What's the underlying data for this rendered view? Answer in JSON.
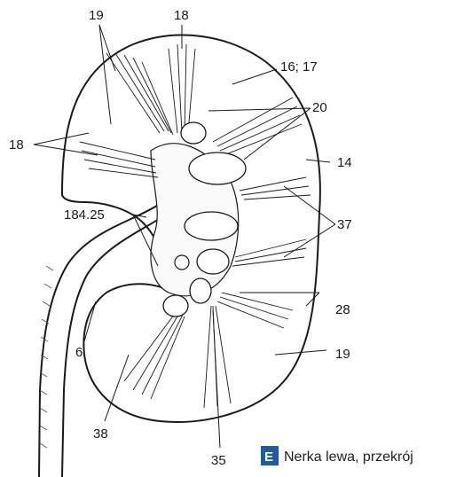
{
  "labels": {
    "l19_top": "19",
    "l18_top": "18",
    "l16_17": "16; 17",
    "l20": "20",
    "l18_left": "18",
    "l14": "14",
    "l184_25": "184.25",
    "l37": "37",
    "l28": "28",
    "l6": "6",
    "l19_right": "19",
    "l38": "38",
    "l35": "35"
  },
  "caption": {
    "letter": "E",
    "text": "Nerka lewa, przekrój"
  },
  "colors": {
    "ink": "#1a1a1a",
    "caption_badge": "#1f5aa6"
  }
}
